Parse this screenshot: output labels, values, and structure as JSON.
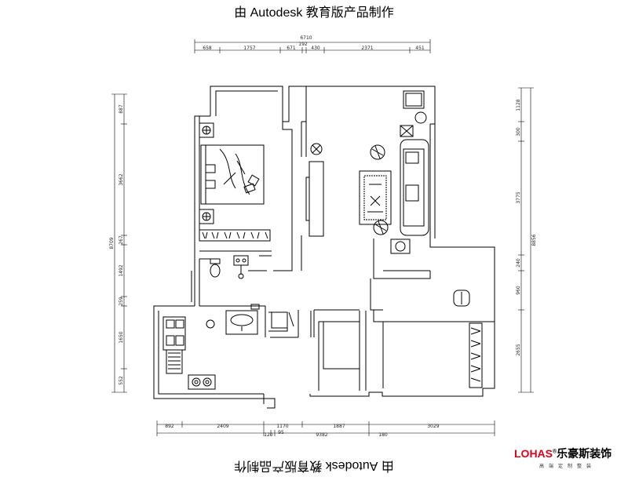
{
  "watermark": {
    "top": "由 Autodesk 教育版产品制作",
    "bottom": "由 Autodesk 教育版产品制作"
  },
  "dimensions": {
    "top_total": "6710",
    "top_small": "192",
    "top_segments": [
      "658",
      "1757",
      "671",
      "430",
      "2371",
      "451"
    ],
    "bottom_segments": [
      "892",
      "2409",
      "1170",
      "1887",
      "3029"
    ],
    "bottom_sub": [
      "120",
      "95",
      "9382",
      "180"
    ],
    "left_segments": [
      "887",
      "3662",
      "8709",
      "267",
      "1492",
      "259",
      "1650",
      "552"
    ],
    "right_segments": [
      "1128",
      "300",
      "3775",
      "8856",
      "240",
      "960",
      "2655"
    ]
  },
  "logo": {
    "brand": "LOHAS",
    "mark": "®",
    "name": "乐豪斯装饰",
    "tagline": "高端定制整装"
  }
}
